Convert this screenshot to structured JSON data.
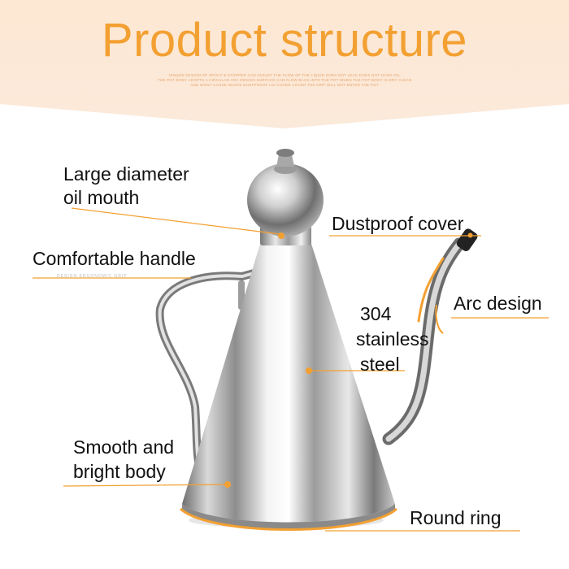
{
  "header": {
    "title": "Product structure",
    "subtitle_lines": [
      "UNIQUE DESIGN OF SPOUT & STOPPER CAN ADJUST THE FLOW OF THE LIQUID DOES NOT LEAK DOES NOT HANG OIL",
      "THE POT BODY ADOPTS A CIRCULAR ARC DESIGN SURFACE CAN FLOW BACK INTO THE POT WHEN THE POT BODY IS DRY CLEAN",
      "AND WONT CAUSE WASTE DUSTPROOF LID COVER COVER THE DIRT WILL NOT ENTER THE POT"
    ]
  },
  "labels": {
    "large_mouth_line1": "Large diameter",
    "large_mouth_line2": "oil mouth",
    "dustproof_cover": "Dustproof cover",
    "comfortable_handle": "Comfortable handle",
    "arc_design": "Arc design",
    "stainless_line1": "304",
    "stainless_line2": "stainless",
    "stainless_line3": "steel",
    "smooth_line1": "Smooth and",
    "smooth_line2": "bright body",
    "round_ring": "Round ring",
    "handle_fine_print": "DESIGN ERGONOMIC GRIP"
  },
  "colors": {
    "accent": "#f3a032",
    "banner": "#fde8d3",
    "text": "#111111"
  }
}
